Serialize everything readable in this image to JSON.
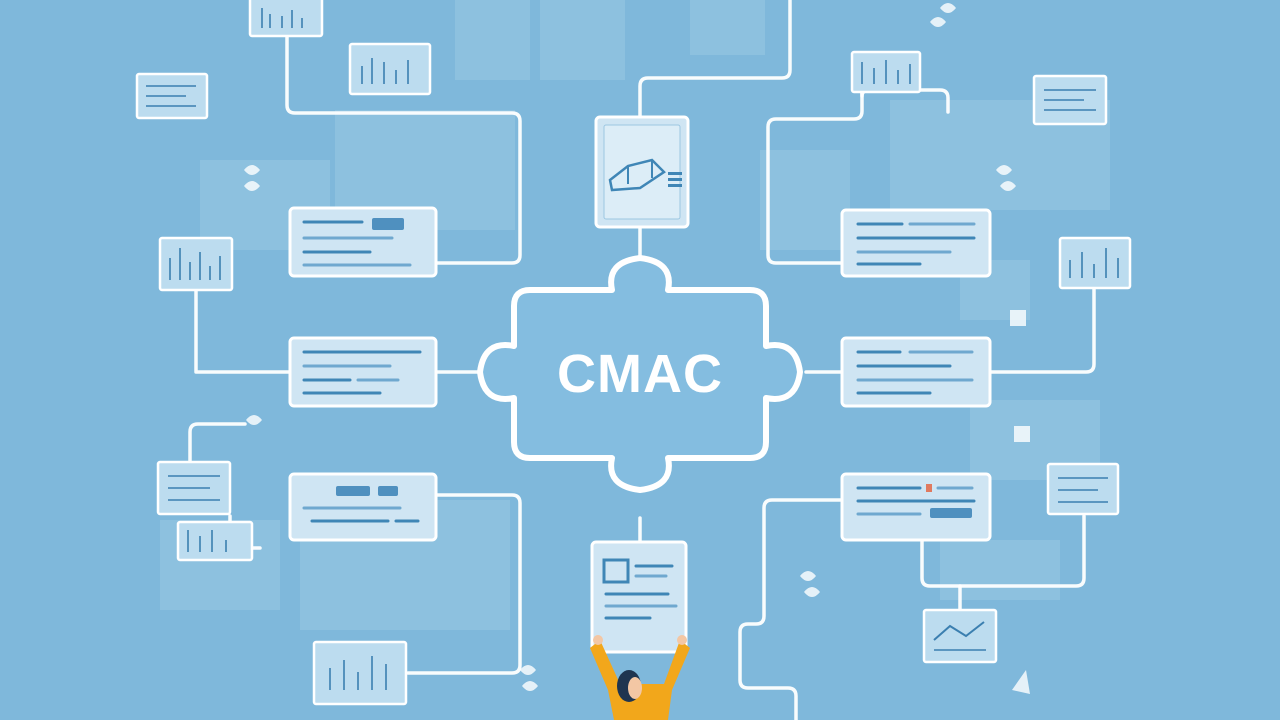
{
  "hub": {
    "label": "CMAC"
  },
  "colors": {
    "background": "#7fb8db",
    "connector": "#ffffff",
    "card_fill": "#cfe5f3",
    "card_text_line": "#3f86b6",
    "person_shirt": "#f2a71b",
    "person_hair": "#1f3550"
  },
  "nodes": [
    {
      "name": "top-document-card",
      "kind": "document-with-illustration"
    },
    {
      "name": "left-card-1",
      "kind": "text-card"
    },
    {
      "name": "left-card-2",
      "kind": "text-card"
    },
    {
      "name": "left-card-3",
      "kind": "text-card"
    },
    {
      "name": "right-card-1",
      "kind": "text-card"
    },
    {
      "name": "right-card-2",
      "kind": "text-card"
    },
    {
      "name": "right-card-3",
      "kind": "text-card"
    },
    {
      "name": "bottom-document-card",
      "kind": "document-held-by-person"
    }
  ],
  "icons": [
    "chart-icon",
    "document-icon",
    "leaf-icon",
    "puzzle-icon",
    "person-icon"
  ]
}
